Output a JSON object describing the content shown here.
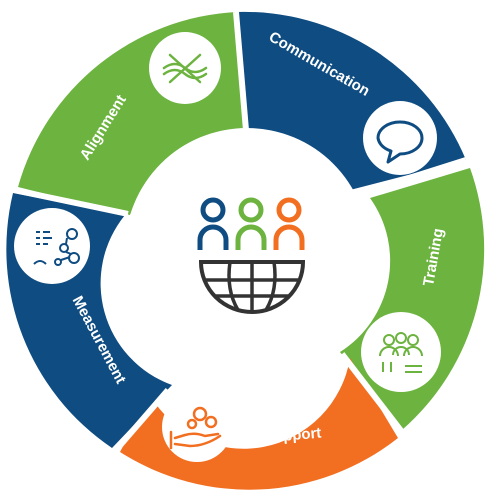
{
  "colors": {
    "green": "#6cb33f",
    "blue": "#0f4c81",
    "orange": "#f26f21",
    "white": "#ffffff",
    "center_stroke": "#333333"
  },
  "center_icon": "team-over-globe-icon",
  "segments": [
    {
      "label": "Alignment",
      "color": "#6cb33f",
      "icon": "crossed-arrows-icon"
    },
    {
      "label": "Communication",
      "color": "#0f4c81",
      "icon": "speech-bubble-icon"
    },
    {
      "label": "Training",
      "color": "#6cb33f",
      "icon": "team-meeting-icon"
    },
    {
      "label": "Support",
      "color": "#f26f21",
      "icon": "hand-with-coins-icon"
    },
    {
      "label": "Measurement",
      "color": "#0f4c81",
      "icon": "data-analytics-icon"
    }
  ]
}
